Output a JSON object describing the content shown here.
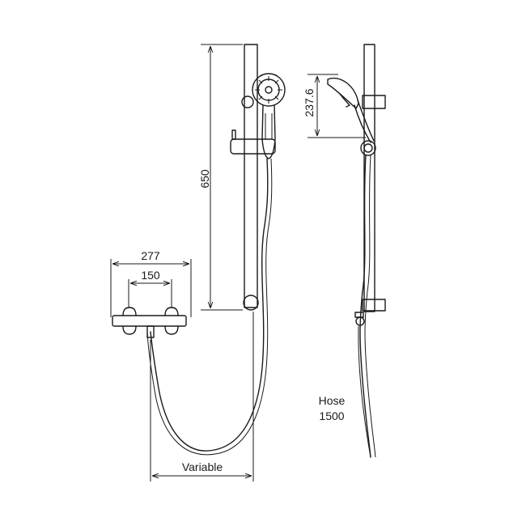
{
  "dimensions": {
    "rail_height": "650",
    "mixer_width": "277",
    "mixer_centres": "150",
    "head_height": "237.6",
    "variable": "Variable"
  },
  "hose": {
    "label": "Hose",
    "length": "1500"
  }
}
